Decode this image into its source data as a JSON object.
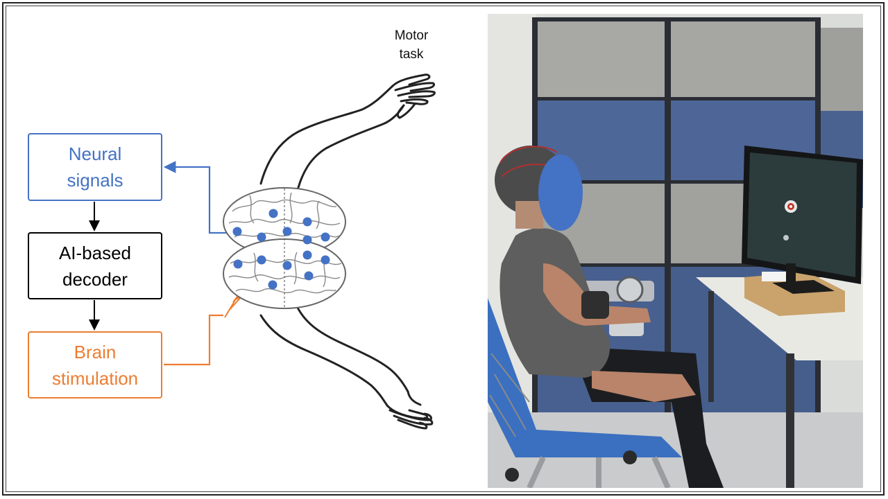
{
  "flow": {
    "neural_signals": "Neural\nsignals",
    "decoder": "AI-based\ndecoder",
    "brain_stimulation": "Brain\nstimulation"
  },
  "motor_task": "Motor\ntask",
  "colors": {
    "neural": "#4472c4",
    "decoder": "#000000",
    "stimulation": "#ed7d31",
    "electrode": "#4472c4",
    "face_cover": "#4472c4"
  }
}
